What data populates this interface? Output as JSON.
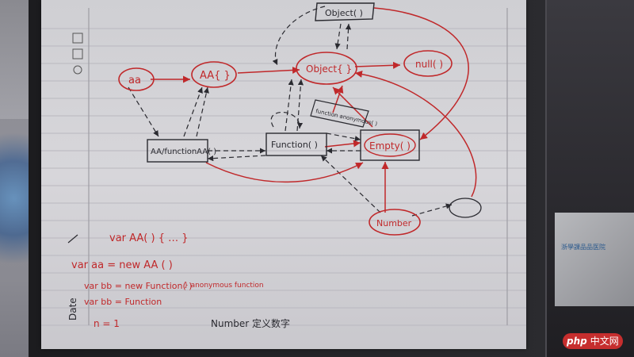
{
  "nodes": {
    "object_ctor": "Object( )",
    "aa": "aa",
    "AA_proto": "AA{ }",
    "object_proto": "Object{ }",
    "null": "null( )",
    "func_anon": "function anonymous( )",
    "AA_func": "AA/functionAA( )",
    "function": "Function( )",
    "empty": "Empty( )",
    "number": "Number"
  },
  "notes": {
    "line1": "var AA( ) { … }",
    "line2": "var aa = new AA ( )",
    "line3": "var bb = new Function( )",
    "line3_comment": "} anonymous function",
    "line4": "var bb = Function",
    "line5": "n = 1",
    "bottom_note": "Number  定义数字",
    "date_label": "Date"
  },
  "watermark": {
    "brand": "php",
    "text": "中文网"
  },
  "box_text": "浙學課品品医院",
  "colors": {
    "red_ink": "#c0282a",
    "dark_ink": "#2a2a30",
    "page": "#d3d2d6"
  }
}
